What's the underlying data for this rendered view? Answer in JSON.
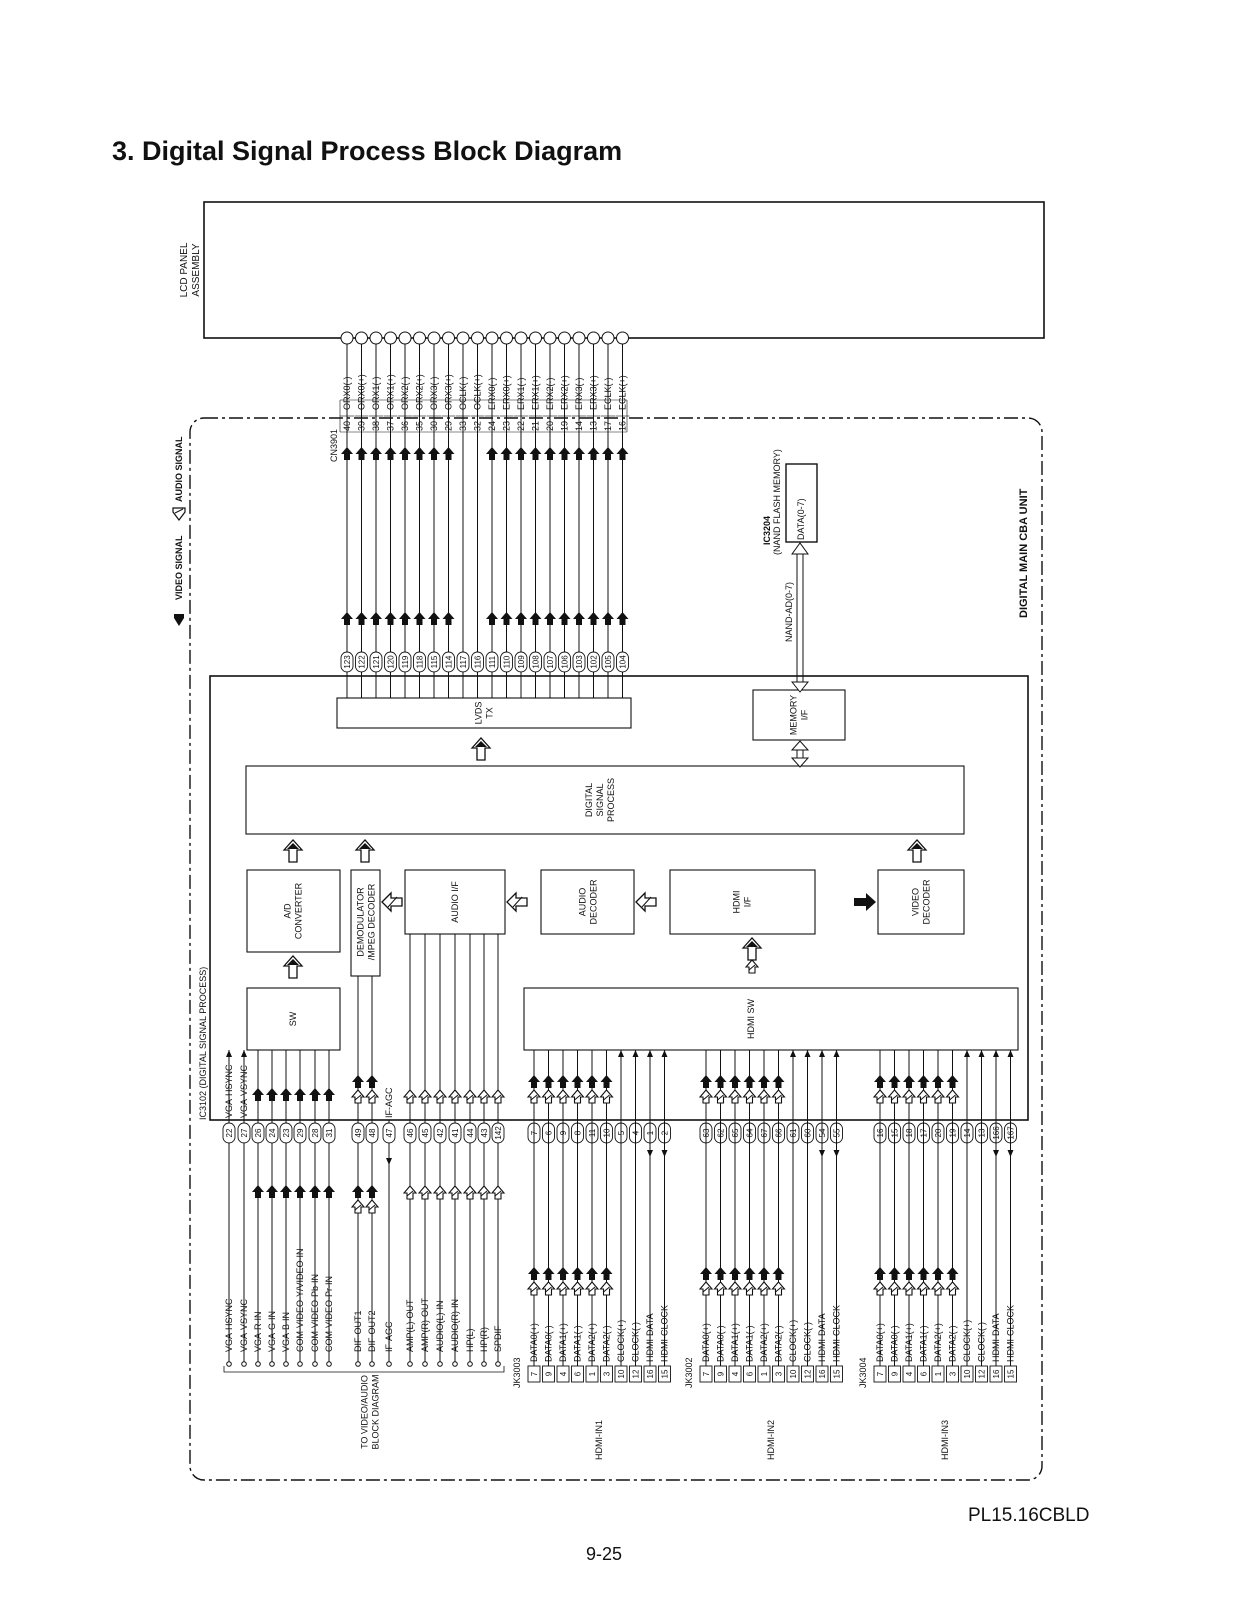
{
  "page": {
    "title": "3. Digital Signal Process Block Diagram",
    "page_number": "9-25",
    "model": "PL15.16CBLD"
  },
  "legend": {
    "video": "VIDEO SIGNAL",
    "audio": "AUDIO SIGNAL"
  },
  "lcd": {
    "label": "LCD PANEL ASSEMBLY",
    "connector": "CN3901",
    "pins": [
      {
        "num": "40",
        "name": "ORX0(-)",
        "ic": "123"
      },
      {
        "num": "39",
        "name": "ORX0(+)",
        "ic": "122"
      },
      {
        "num": "38",
        "name": "ORX1(-)",
        "ic": "121"
      },
      {
        "num": "37",
        "name": "ORX1(+)",
        "ic": "120"
      },
      {
        "num": "36",
        "name": "ORX2(-)",
        "ic": "119"
      },
      {
        "num": "35",
        "name": "ORX2(+)",
        "ic": "118"
      },
      {
        "num": "30",
        "name": "ORX3(-)",
        "ic": "115"
      },
      {
        "num": "29",
        "name": "ORX3(+)",
        "ic": "114"
      },
      {
        "num": "33",
        "name": "OCLK(-)",
        "ic": "117"
      },
      {
        "num": "32",
        "name": "OCLK(+)",
        "ic": "116"
      },
      {
        "num": "24",
        "name": "ERX0(-)",
        "ic": "111"
      },
      {
        "num": "23",
        "name": "ERX0(+)",
        "ic": "110"
      },
      {
        "num": "22",
        "name": "ERX1(-)",
        "ic": "109"
      },
      {
        "num": "21",
        "name": "ERX1(+)",
        "ic": "108"
      },
      {
        "num": "20",
        "name": "ERX2(-)",
        "ic": "107"
      },
      {
        "num": "19",
        "name": "ERX2(+)",
        "ic": "106"
      },
      {
        "num": "14",
        "name": "ERX3(-)",
        "ic": "103"
      },
      {
        "num": "13",
        "name": "ERX3(+)",
        "ic": "102"
      },
      {
        "num": "17",
        "name": "ECLK(-)",
        "ic": "105"
      },
      {
        "num": "16",
        "name": "ECLK(+)",
        "ic": "104"
      }
    ]
  },
  "unit_label": "DIGITAL MAIN CBA UNIT",
  "flash": {
    "ic": "IC3204",
    "desc": "(NAND FLASH MEMORY)",
    "port": "DATA(0-7)",
    "bus": "NAND-AD(0-7)"
  },
  "ic_main": {
    "ic": "IC3102",
    "desc": "(DIGITAL SIGNAL PROCESS)"
  },
  "blocks": {
    "lvds": "LVDS TX",
    "memory": "MEMORY I/F",
    "dsp": "DIGITAL SIGNAL PROCESS",
    "ad": "A/D CONVERTER",
    "demod": "DEMODULATOR /MPEG DECODER",
    "audio_if": "AUDIO I/F",
    "audio_dec": "AUDIO DECODER",
    "hdmi_if": "HDMI I/F",
    "video_dec": "VIDEO DECODER",
    "sw": "SW",
    "hdmi_sw": "HDMI SW"
  },
  "left_signals": [
    {
      "pin": "22",
      "name": "VGA-HSYNC",
      "inner": "VGA-HSYNC"
    },
    {
      "pin": "27",
      "name": "VGA-VSYNC",
      "inner": "VGA-VSYNC"
    },
    {
      "pin": "26",
      "name": "VGA-R-IN",
      "inner": ""
    },
    {
      "pin": "24",
      "name": "VGA-G-IN",
      "inner": ""
    },
    {
      "pin": "23",
      "name": "VGA-B-IN",
      "inner": ""
    },
    {
      "pin": "29",
      "name": "COM-VIDEO-Y/VIDEO-IN",
      "inner": ""
    },
    {
      "pin": "28",
      "name": "COM-VIDEO-Pb-IN",
      "inner": ""
    },
    {
      "pin": "31",
      "name": "COM-VIDEO-Pr-IN",
      "inner": ""
    },
    {
      "pin": "49",
      "name": "DIF-OUT1",
      "inner": ""
    },
    {
      "pin": "48",
      "name": "DIF-OUT2",
      "inner": ""
    },
    {
      "pin": "47",
      "name": "IF-AGC",
      "inner": "IF-AGC"
    },
    {
      "pin": "46",
      "name": "AMP(L)-OUT",
      "inner": ""
    },
    {
      "pin": "45",
      "name": "AMP(R)-OUT",
      "inner": ""
    },
    {
      "pin": "42",
      "name": "AUDIO(L)-IN",
      "inner": ""
    },
    {
      "pin": "41",
      "name": "AUDIO(R)-IN",
      "inner": ""
    },
    {
      "pin": "44",
      "name": "HP(L)",
      "inner": ""
    },
    {
      "pin": "43",
      "name": "HP(R)",
      "inner": ""
    },
    {
      "pin": "142",
      "name": "SPDIF",
      "inner": ""
    }
  ],
  "to_block": "TO VIDEO/AUDIO BLOCK DIAGRAM",
  "hdmi_inputs": [
    {
      "jack": "JK3003",
      "label": "HDMI-IN1",
      "ic_pins": [
        "7",
        "6",
        "9",
        "8",
        "11",
        "10",
        "5",
        "4",
        "1",
        "2"
      ],
      "jk_pins": [
        "7",
        "9",
        "4",
        "6",
        "1",
        "3",
        "10",
        "12",
        "16",
        "15"
      ]
    },
    {
      "jack": "JK3002",
      "label": "HDMI-IN2",
      "ic_pins": [
        "63",
        "62",
        "65",
        "64",
        "67",
        "66",
        "61",
        "60",
        "54",
        "55"
      ],
      "jk_pins": [
        "7",
        "9",
        "4",
        "6",
        "1",
        "3",
        "10",
        "12",
        "16",
        "15"
      ]
    },
    {
      "jack": "JK3004",
      "label": "HDMI-IN3",
      "ic_pins": [
        "16",
        "15",
        "18",
        "17",
        "20",
        "19",
        "14",
        "13",
        "166",
        "167"
      ],
      "jk_pins": [
        "7",
        "9",
        "4",
        "6",
        "1",
        "3",
        "10",
        "12",
        "16",
        "15"
      ]
    }
  ],
  "hdmi_signal_names": [
    "DATA0(+)",
    "DATA0(-)",
    "DATA1(+)",
    "DATA1(-)",
    "DATA2(+)",
    "DATA2(-)",
    "CLOCK(+)",
    "CLOCK(-)",
    "HDMI-DATA",
    "HDMI-CLOCK"
  ]
}
